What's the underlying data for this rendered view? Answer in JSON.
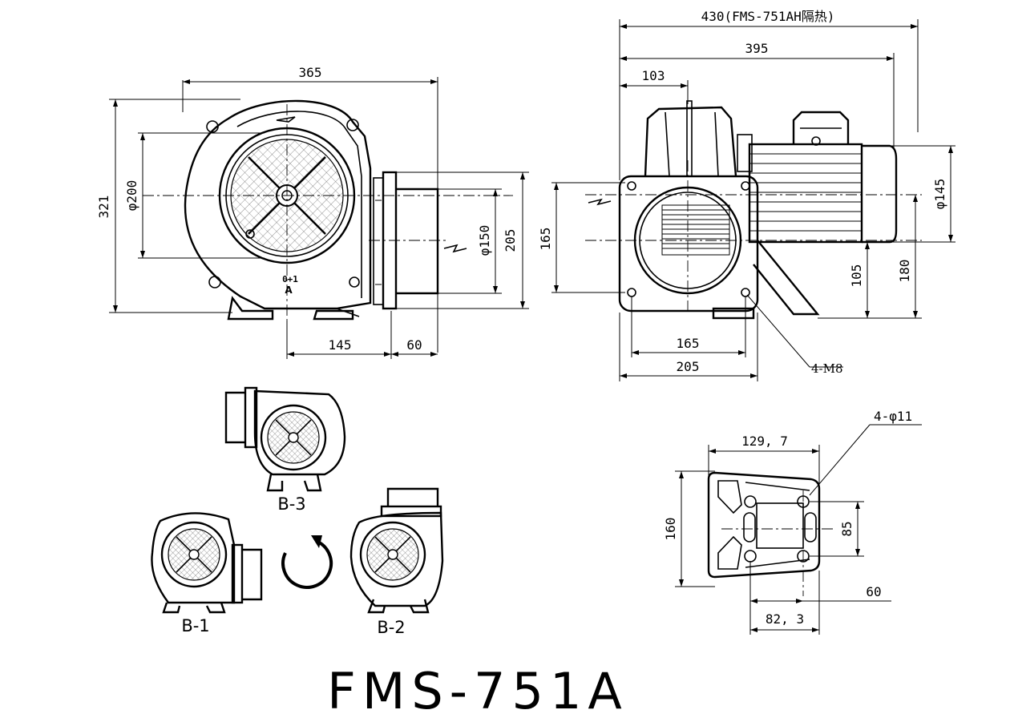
{
  "title": "FMS-751A",
  "front_view": {
    "width": "365",
    "height": "321",
    "inlet_dia": "φ200",
    "outlet_dia": "φ150",
    "outlet_height": "205",
    "base_left": "145",
    "base_right": "60",
    "rotation_mark": "0+1",
    "arrow_label": "A"
  },
  "side_view": {
    "overall_insulated": "430(FMS-751AH隔热)",
    "overall": "395",
    "flange_depth": "103",
    "flange_height": "165",
    "motor_dia": "φ145",
    "center_height": "105",
    "motor_top": "180",
    "hole_span": "165",
    "flange_width": "205",
    "bolt_note": "4-M8"
  },
  "base_view": {
    "hole_note": "4-φ11",
    "width_top": "129, 7",
    "height": "160",
    "hole_span_v": "85",
    "offset": "60",
    "width_bottom": "82, 3"
  },
  "orientations": {
    "b3": "B-3",
    "b1": "B-1",
    "b2": "B-2"
  },
  "icons": {
    "rotation": "rotation-arrow-icon"
  }
}
